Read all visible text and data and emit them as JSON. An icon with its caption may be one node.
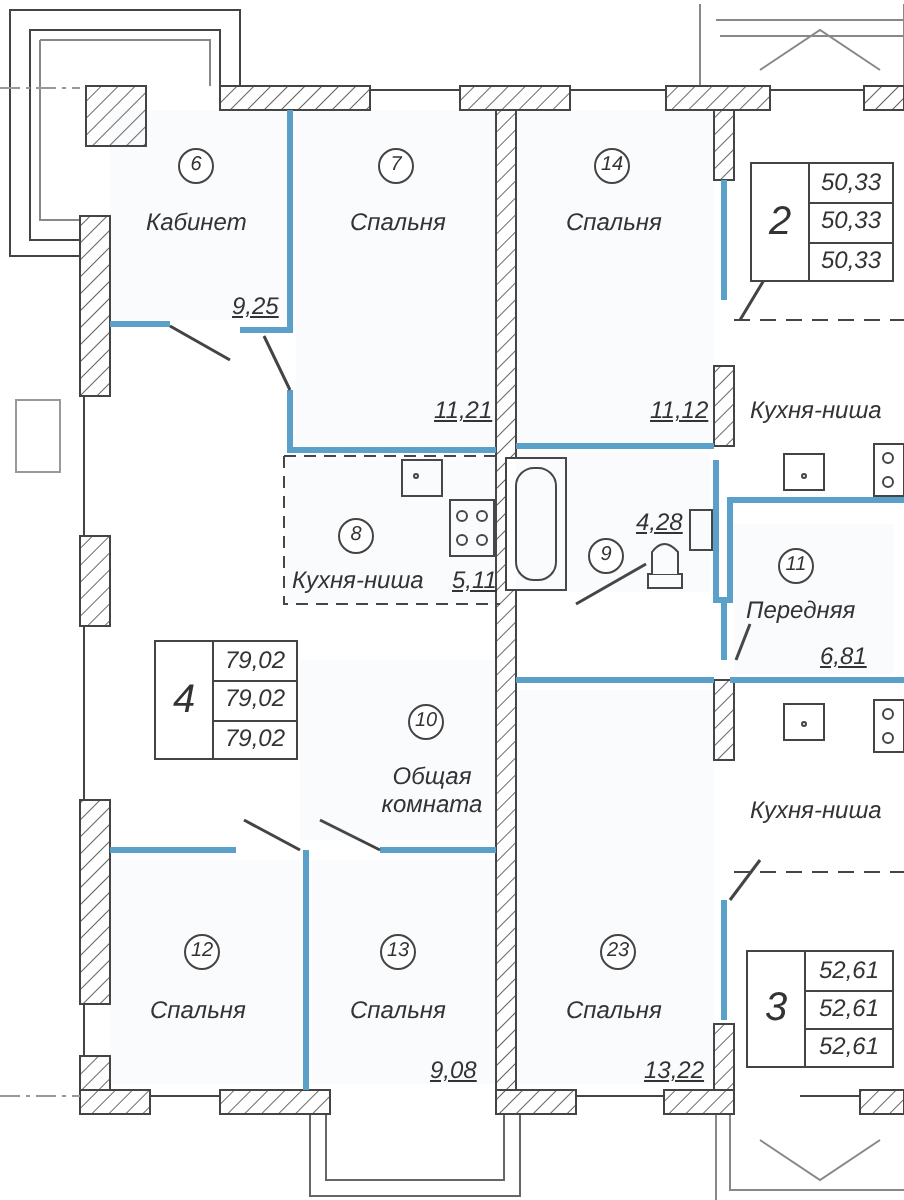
{
  "diagram": {
    "nodes": [
      {
        "text": [
          "6",
          "Кабинет",
          "9,25"
        ]
      },
      {
        "text": [
          "7",
          "Спальня",
          "11,21"
        ]
      },
      {
        "text": [
          "14",
          "Спальня",
          "11,12"
        ]
      },
      {
        "text": [
          "2",
          "50,33",
          "50,33",
          "50,33"
        ]
      },
      {
        "text": [
          "Кухня-ниша"
        ]
      },
      {
        "text": [
          "8",
          "Кухня-ниша",
          "5,11"
        ]
      },
      {
        "text": [
          "9",
          "4,28"
        ]
      },
      {
        "text": [
          "11",
          "Передняя",
          "6,81"
        ]
      },
      {
        "text": [
          "4",
          "79,02",
          "79,02",
          "79,02"
        ]
      },
      {
        "text": [
          "10",
          "Общая комната"
        ]
      },
      {
        "text": [
          "Кухня-ниша"
        ]
      },
      {
        "text": [
          "12",
          "Спальня"
        ]
      },
      {
        "text": [
          "13",
          "Спальня",
          "9,08"
        ]
      },
      {
        "text": [
          "23",
          "Спальня",
          "13,22"
        ]
      },
      {
        "text": [
          "3",
          "52,61",
          "52,61",
          "52,61"
        ]
      }
    ]
  }
}
